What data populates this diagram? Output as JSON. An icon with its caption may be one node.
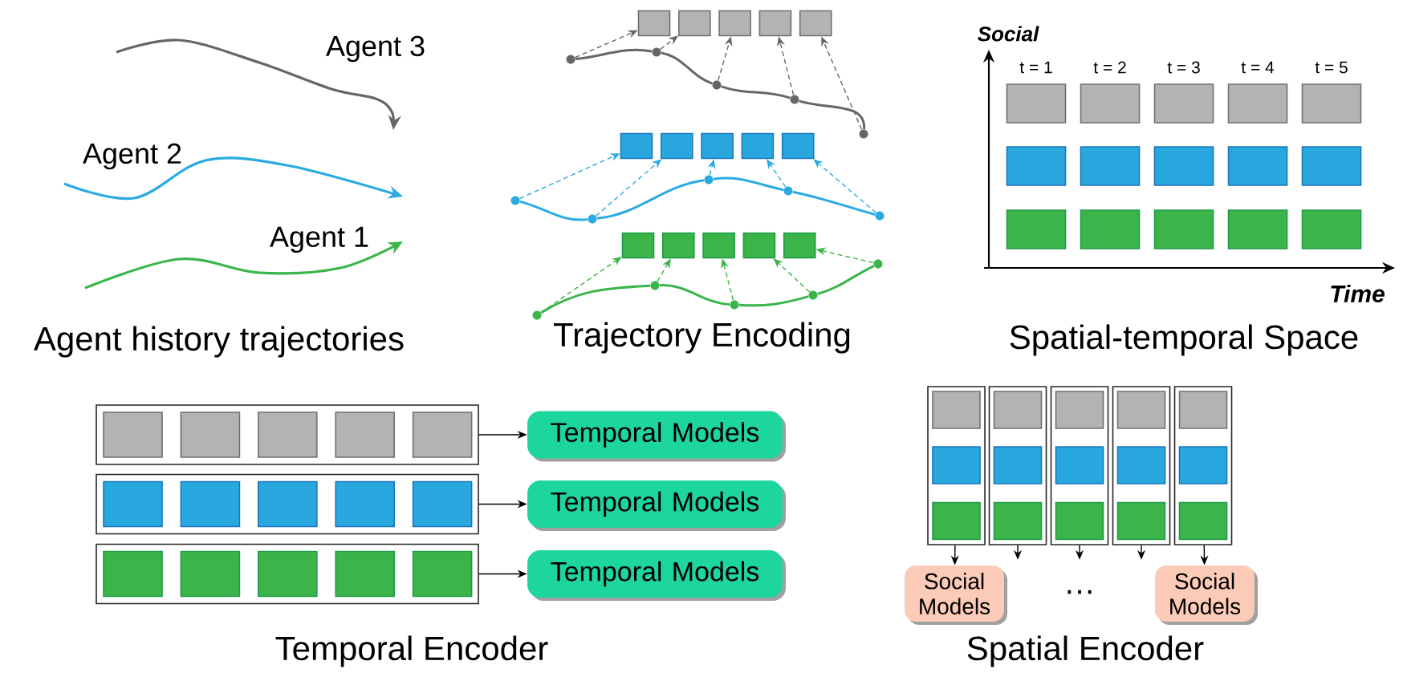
{
  "diagram": {
    "nodes": [
      {
        "text": [],
        "shape": "box"
      },
      {
        "text": [],
        "shape": "box"
      },
      {
        "text": [],
        "shape": "box"
      },
      {
        "text": [],
        "shape": "box"
      },
      {
        "text": [],
        "shape": "box"
      },
      {
        "text": [],
        "shape": "circle"
      },
      {
        "text": [],
        "shape": "circle"
      },
      {
        "text": [],
        "shape": "circle"
      },
      {
        "text": [],
        "shape": "circle"
      },
      {
        "text": [],
        "shape": "circle"
      },
      {
        "text": [],
        "shape": "box"
      },
      {
        "text": [],
        "shape": "box"
      },
      {
        "text": [],
        "shape": "box"
      },
      {
        "text": [],
        "shape": "box"
      },
      {
        "text": [],
        "shape": "box"
      },
      {
        "text": [],
        "shape": "circle"
      },
      {
        "text": [],
        "shape": "circle"
      },
      {
        "text": [],
        "shape": "circle"
      },
      {
        "text": [],
        "shape": "circle"
      },
      {
        "text": [],
        "shape": "circle"
      },
      {
        "text": [],
        "shape": "box"
      },
      {
        "text": [],
        "shape": "box"
      },
      {
        "text": [],
        "shape": "box"
      },
      {
        "text": [],
        "shape": "box"
      },
      {
        "text": [],
        "shape": "box"
      },
      {
        "text": [],
        "shape": "circle"
      },
      {
        "text": [],
        "shape": "circle"
      },
      {
        "text": [],
        "shape": "circle"
      },
      {
        "text": [],
        "shape": "circle"
      },
      {
        "text": [],
        "shape": "circle"
      },
      {
        "text": [],
        "shape": "box"
      },
      {
        "text": [],
        "shape": "box"
      },
      {
        "text": [],
        "shape": "box"
      },
      {
        "text": [],
        "shape": "box"
      },
      {
        "text": [],
        "shape": "box"
      },
      {
        "text": [],
        "shape": "box"
      },
      {
        "text": [],
        "shape": "box"
      },
      {
        "text": [],
        "shape": "box"
      },
      {
        "text": [],
        "shape": "box"
      },
      {
        "text": [],
        "shape": "box"
      },
      {
        "text": [],
        "shape": "box"
      },
      {
        "text": [],
        "shape": "box"
      },
      {
        "text": [],
        "shape": "box"
      },
      {
        "text": [],
        "shape": "box"
      },
      {
        "text": [],
        "shape": "box"
      },
      {
        "text": [],
        "shape": "box"
      },
      {
        "text": [],
        "shape": "box",
        "in": 45
      },
      {
        "text": [],
        "shape": "box",
        "in": 45
      },
      {
        "text": [],
        "shape": "box",
        "in": 45
      },
      {
        "text": [],
        "shape": "box",
        "in": 45
      },
      {
        "text": [],
        "shape": "box",
        "in": 45
      },
      {
        "text": [
          "Temporal Models"
        ]
      },
      {
        "text": [],
        "shape": "box"
      },
      {
        "text": [],
        "shape": "box",
        "in": 52
      },
      {
        "text": [],
        "shape": "box",
        "in": 52
      },
      {
        "text": [],
        "shape": "box",
        "in": 52
      },
      {
        "text": [],
        "shape": "box",
        "in": 52
      },
      {
        "text": [],
        "shape": "box",
        "in": 52
      },
      {
        "text": [
          "Temporal Models"
        ]
      },
      {
        "text": [],
        "shape": "box"
      },
      {
        "text": [],
        "shape": "box",
        "in": 59
      },
      {
        "text": [],
        "shape": "box",
        "in": 59
      },
      {
        "text": [],
        "shape": "box",
        "in": 59
      },
      {
        "text": [],
        "shape": "box",
        "in": 59
      },
      {
        "text": [],
        "shape": "box",
        "in": 59
      },
      {
        "text": [
          "Temporal Models"
        ]
      },
      {
        "text": [],
        "shape": "box"
      },
      {
        "text": [],
        "shape": "box",
        "in": 66
      },
      {
        "text": [],
        "shape": "box",
        "in": 66
      },
      {
        "text": [],
        "shape": "box",
        "in": 66
      },
      {
        "text": [],
        "shape": "box"
      },
      {
        "text": [],
        "shape": "box",
        "in": 70
      },
      {
        "text": [],
        "shape": "box",
        "in": 70
      },
      {
        "text": [],
        "shape": "box",
        "in": 70
      },
      {
        "text": [],
        "shape": "box"
      },
      {
        "text": [],
        "shape": "box",
        "in": 74
      },
      {
        "text": [],
        "shape": "box",
        "in": 74
      },
      {
        "text": [],
        "shape": "box",
        "in": 74
      },
      {
        "text": [],
        "shape": "box"
      },
      {
        "text": [],
        "shape": "box",
        "in": 78
      },
      {
        "text": [],
        "shape": "box",
        "in": 78
      },
      {
        "text": [],
        "shape": "box",
        "in": 78
      },
      {
        "text": [],
        "shape": "box"
      },
      {
        "text": [],
        "shape": "box",
        "in": 82
      },
      {
        "text": [],
        "shape": "box",
        "in": 82
      },
      {
        "text": [],
        "shape": "box",
        "in": 82
      },
      {
        "text": [
          "Social Models"
        ]
      },
      {
        "text": [
          "Social Models"
        ]
      }
    ],
    "edges": [
      {
        "from": 5,
        "to": 0,
        "arrow": "to",
        "style": "dashed",
        "color": "#666666"
      },
      {
        "from": 6,
        "to": 1,
        "arrow": "to",
        "style": "dashed",
        "color": "#666666"
      },
      {
        "from": 7,
        "to": 2,
        "arrow": "to",
        "style": "dashed",
        "color": "#666666"
      },
      {
        "from": 8,
        "to": 3,
        "arrow": "to",
        "style": "dashed",
        "color": "#666666"
      },
      {
        "from": 9,
        "to": 4,
        "arrow": "to",
        "style": "dashed",
        "color": "#666666"
      },
      {
        "from": 15,
        "to": 10,
        "arrow": "to",
        "style": "dashed",
        "color": "#29abe2"
      },
      {
        "from": 16,
        "to": 11,
        "arrow": "to",
        "style": "dashed",
        "color": "#29abe2"
      },
      {
        "from": 17,
        "to": 12,
        "arrow": "to",
        "style": "dashed",
        "color": "#29abe2"
      },
      {
        "from": 18,
        "to": 13,
        "arrow": "to",
        "style": "dashed",
        "color": "#29abe2"
      },
      {
        "from": 19,
        "to": 14,
        "arrow": "to",
        "style": "dashed",
        "color": "#29abe2"
      },
      {
        "from": 25,
        "to": 20,
        "arrow": "to",
        "style": "dashed",
        "color": "#39b54a"
      },
      {
        "from": 26,
        "to": 21,
        "arrow": "to",
        "style": "dashed",
        "color": "#39b54a"
      },
      {
        "from": 27,
        "to": 22,
        "arrow": "to",
        "style": "dashed",
        "color": "#39b54a"
      },
      {
        "from": 28,
        "to": 23,
        "arrow": "to",
        "style": "dashed",
        "color": "#39b54a"
      },
      {
        "from": 29,
        "to": 24,
        "arrow": "to",
        "style": "dashed",
        "color": "#39b54a"
      },
      {
        "from": 45,
        "to": 51,
        "arrow": "to",
        "color": "#000000"
      },
      {
        "from": 52,
        "to": 58,
        "arrow": "to",
        "color": "#000000"
      },
      {
        "from": 59,
        "to": 65,
        "arrow": "to",
        "color": "#000000"
      },
      {
        "from": 66,
        "to": 86,
        "arrow": "to",
        "color": "#000000"
      },
      {
        "from": 70,
        "to": null,
        "arrow": "to",
        "color": "#000000"
      },
      {
        "from": 74,
        "to": null,
        "arrow": "to",
        "color": "#000000"
      },
      {
        "from": 78,
        "to": null,
        "arrow": "to",
        "color": "#000000"
      },
      {
        "from": 82,
        "to": 87,
        "arrow": "to",
        "color": "#000000"
      },
      {
        "from": 5,
        "to": 6,
        "arrow": "none",
        "color": "#666666"
      },
      {
        "from": 6,
        "to": 7,
        "arrow": "none",
        "color": "#666666"
      },
      {
        "from": 7,
        "to": 8,
        "arrow": "none",
        "color": "#666666"
      },
      {
        "from": 8,
        "to": 9,
        "arrow": "none",
        "color": "#666666"
      },
      {
        "from": 15,
        "to": 16,
        "arrow": "none",
        "color": "#29abe2"
      },
      {
        "from": 16,
        "to": 17,
        "arrow": "none",
        "color": "#29abe2"
      },
      {
        "from": 17,
        "to": 18,
        "arrow": "none",
        "color": "#29abe2"
      },
      {
        "from": 18,
        "to": 19,
        "arrow": "none",
        "color": "#29abe2"
      },
      {
        "from": 25,
        "to": 26,
        "arrow": "none",
        "color": "#39b54a"
      },
      {
        "from": 26,
        "to": 27,
        "arrow": "none",
        "color": "#39b54a"
      },
      {
        "from": 27,
        "to": 28,
        "arrow": "none",
        "color": "#39b54a"
      },
      {
        "from": 28,
        "to": 29,
        "arrow": "none",
        "color": "#39b54a"
      }
    ],
    "labels": [
      "Agent 3",
      "Agent 2",
      "Agent 1",
      "Agent history trajectories",
      "Trajectory Encoding",
      "Social",
      "t = 1",
      "t = 2",
      "t = 3",
      "t = 4",
      "t = 5",
      "Time",
      "Spatial-temporal Space",
      "Temporal Encoder",
      "…",
      "Spatial Encoder"
    ]
  }
}
